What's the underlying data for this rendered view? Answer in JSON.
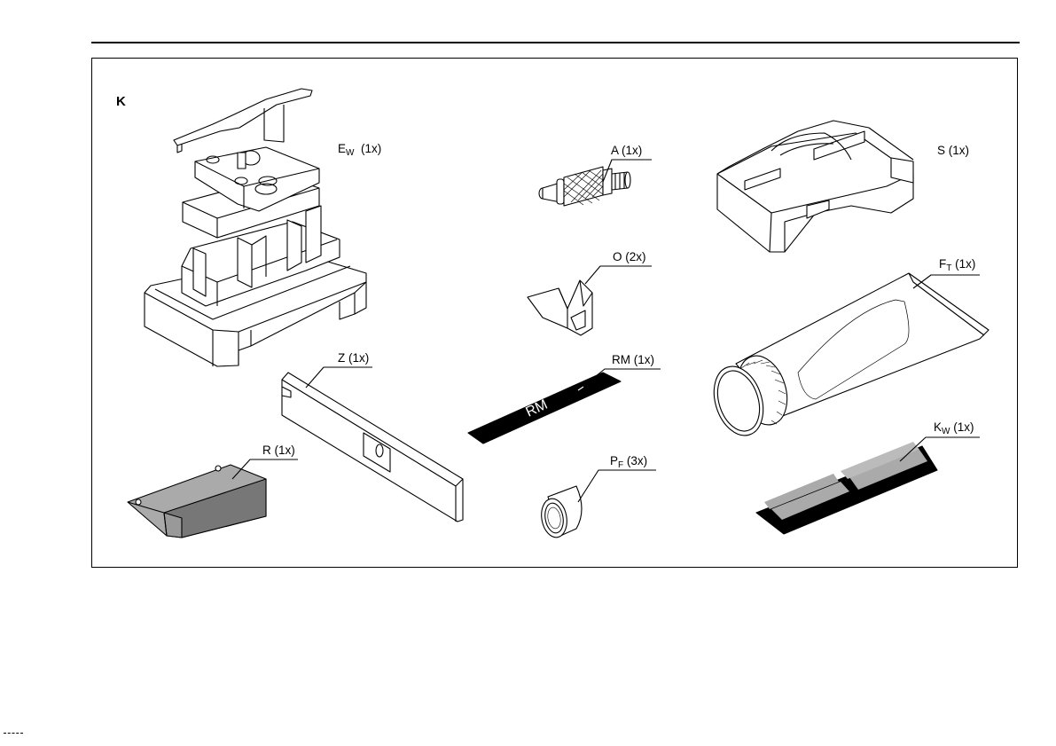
{
  "figure": {
    "letter": "K"
  },
  "parts": {
    "ew": {
      "letter": "E",
      "sub": "W",
      "qty": "(1x)"
    },
    "a": {
      "letter": "A",
      "sub": "",
      "qty": "(1x)"
    },
    "s": {
      "letter": "S",
      "sub": "",
      "qty": "(1x)"
    },
    "o": {
      "letter": "O",
      "sub": "",
      "qty": "(2x)"
    },
    "ft": {
      "letter": "F",
      "sub": "T",
      "qty": "(1x)"
    },
    "z": {
      "letter": "Z",
      "sub": "",
      "qty": "(1x)"
    },
    "rm": {
      "letter": "RM",
      "sub": "",
      "qty": "(1x)"
    },
    "r": {
      "letter": "R",
      "sub": "",
      "qty": "(1x)"
    },
    "pf": {
      "letter": "P",
      "sub": "F",
      "qty": "(3x)"
    },
    "kw": {
      "letter": "K",
      "sub": "W",
      "qty": "(1x)"
    }
  },
  "strip_text": "RM"
}
